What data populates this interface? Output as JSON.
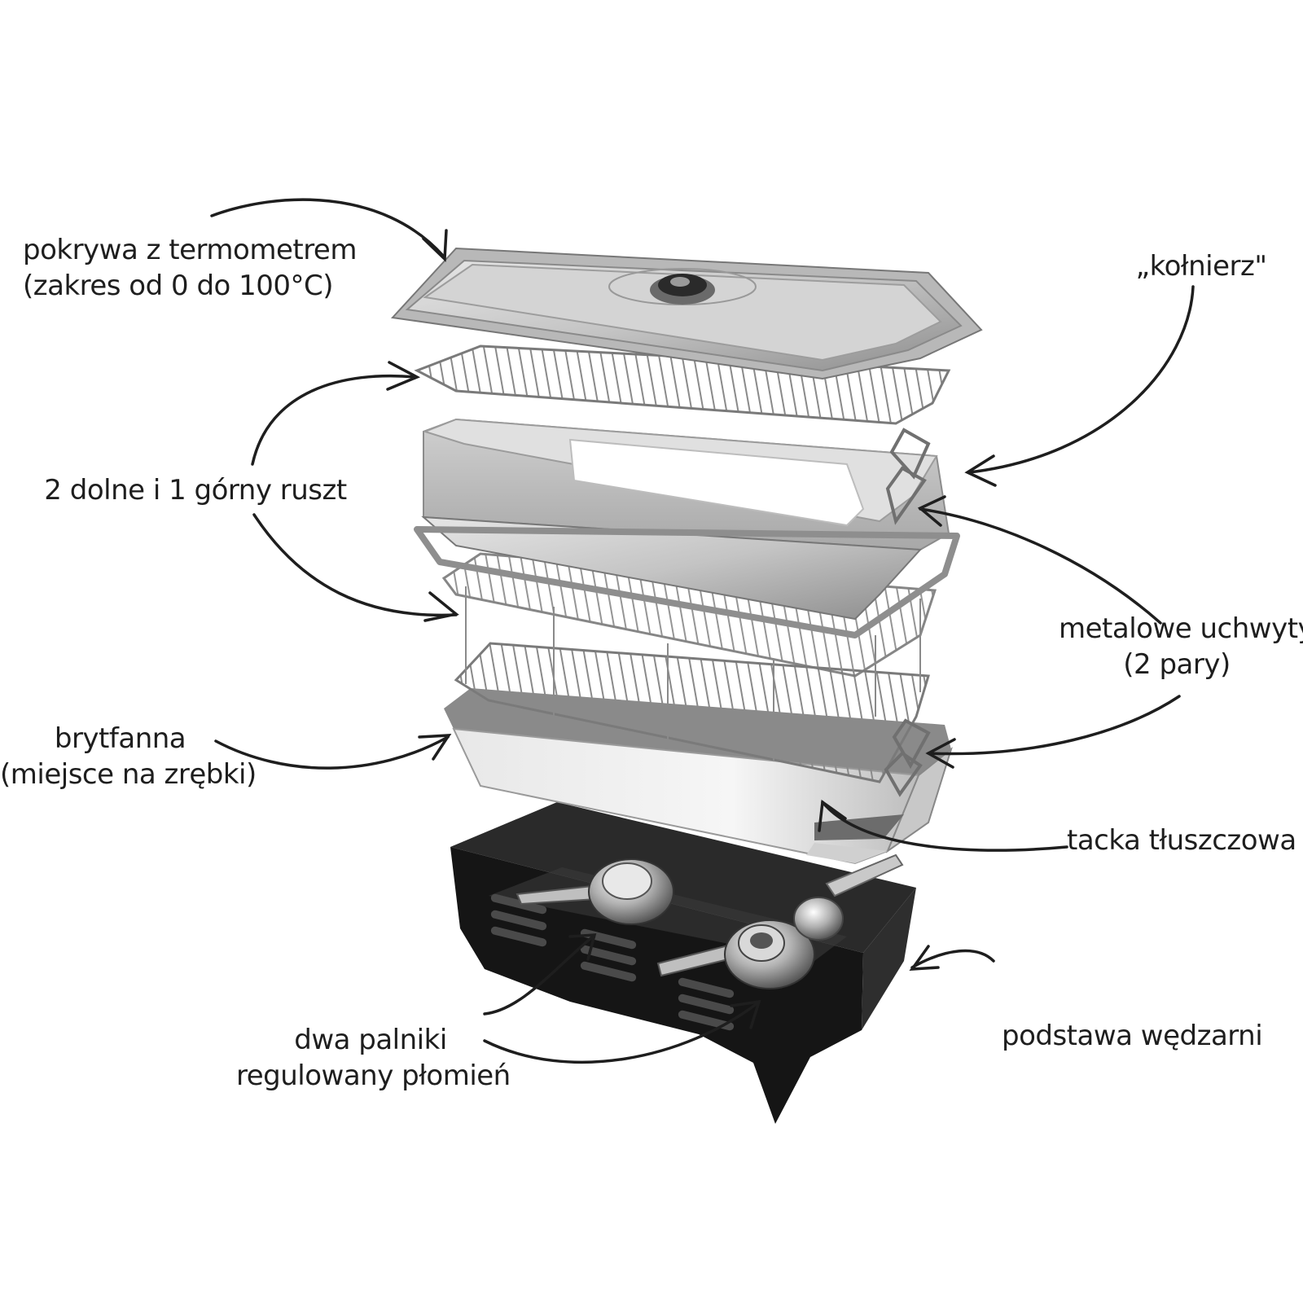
{
  "labels": {
    "lid_line1": "pokrywa z termometrem",
    "lid_line2": "(zakres od 0 do 100°C)",
    "collar": "„kołnierz\"",
    "grates": "2 dolne i 1 górny ruszt",
    "handles_line1": "metalowe uchwyty",
    "handles_line2": "(2 pary)",
    "pan_line1": "brytfanna",
    "pan_line2": "(miejsce na zrębki)",
    "drip_tray": "tacka tłuszczowa",
    "base": "podstawa wędzarni",
    "burners_line1": "dwa palniki",
    "burners_line2": "regulowany płomień"
  },
  "colors": {
    "text": "#1e1e1e",
    "steel_light": "#d9d9d9",
    "steel_mid": "#b5b5b5",
    "steel_dark": "#7c7c7c",
    "base_black": "#1a1a1a"
  }
}
